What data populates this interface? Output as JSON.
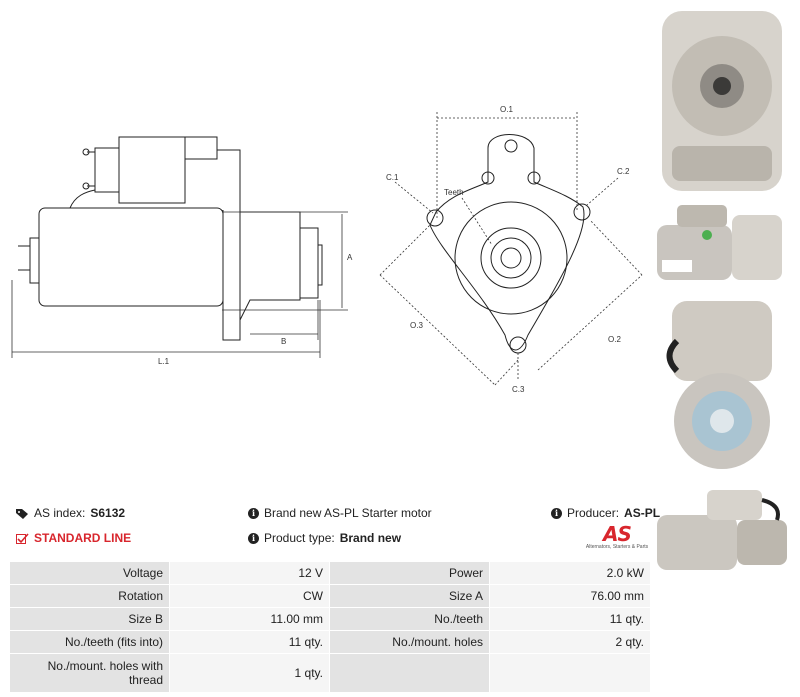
{
  "drawing_labels": {
    "side": {
      "a": "A",
      "b": "B",
      "l1": "L.1"
    },
    "front": {
      "o1": "O.1",
      "o2": "O.2",
      "o3": "O.3",
      "c1": "C.1",
      "c2": "C.2",
      "c3": "C.3",
      "teeth": "Teeth"
    }
  },
  "info": {
    "as_index_label": "AS index:",
    "as_index_value": "S6132",
    "standard_line": "STANDARD LINE",
    "description": "Brand new AS-PL Starter motor",
    "product_type_label": "Product type:",
    "product_type_value": "Brand new",
    "producer_label": "Producer:",
    "producer_value": "AS-PL"
  },
  "logo": {
    "mark": "AS",
    "tagline": "Alternators, Starters & Parts"
  },
  "colors": {
    "accent": "#d8262d",
    "label_bg": "#e3e3e3",
    "value_bg": "#f5f5f5"
  },
  "specs": [
    [
      "Voltage",
      "12 V",
      "Power",
      "2.0 kW"
    ],
    [
      "Rotation",
      "CW",
      "Size A",
      "76.00 mm"
    ],
    [
      "Size B",
      "11.00 mm",
      "No./teeth",
      "11 qty."
    ],
    [
      "No./teeth (fits into)",
      "11 qty.",
      "No./mount. holes",
      "2 qty."
    ],
    [
      "No./mount. holes with thread",
      "1 qty.",
      "",
      ""
    ]
  ]
}
